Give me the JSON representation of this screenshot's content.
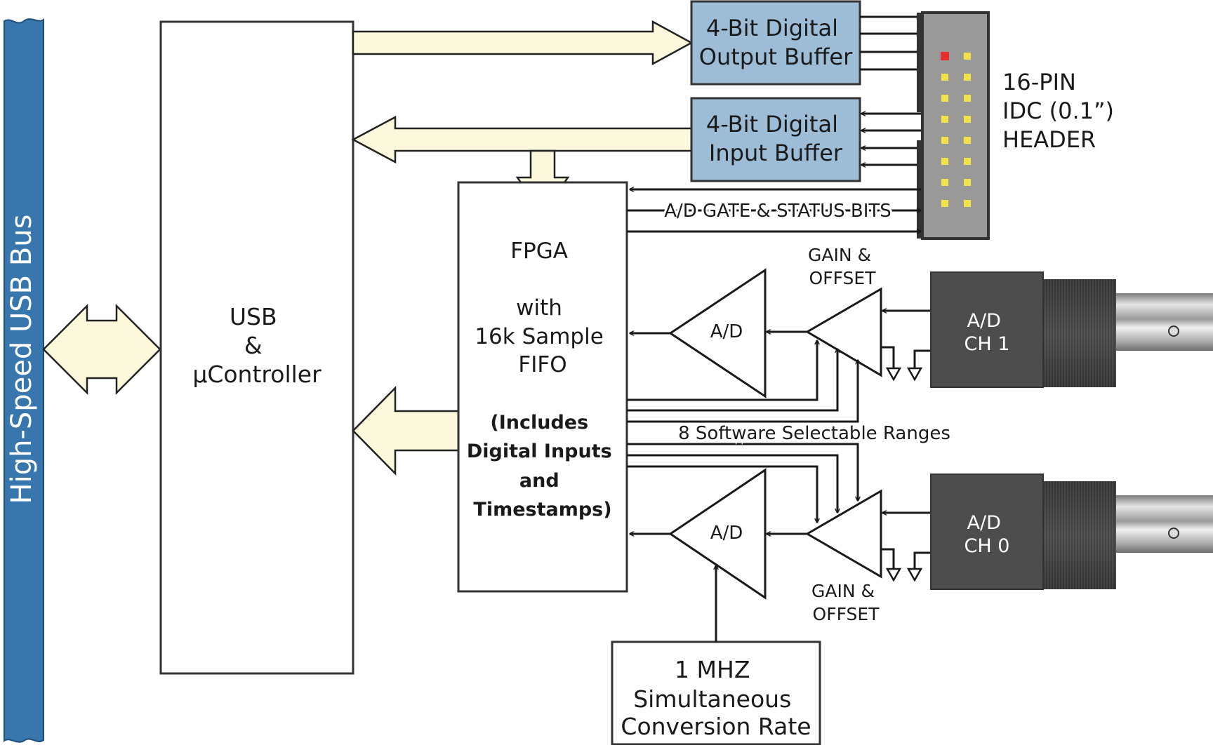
{
  "usb_bus": {
    "label": "High-Speed USB Bus",
    "color": "#3777ad"
  },
  "usb_controller": {
    "lines": [
      "USB",
      "&",
      "µController"
    ]
  },
  "output_buffer": {
    "lines": [
      "4-Bit Digital",
      "Output Buffer"
    ],
    "color": "#9dbdd6"
  },
  "input_buffer": {
    "lines": [
      "4-Bit Digital",
      "Input Buffer"
    ],
    "color": "#9dbdd6"
  },
  "header": {
    "lines": [
      "16-PIN",
      "IDC (0.1”)",
      "HEADER"
    ],
    "pin1_color": "#e53030",
    "pin_color": "#f2e34a"
  },
  "fpga": {
    "lines": [
      "FPGA",
      "",
      "with",
      "16k Sample",
      "FIFO"
    ],
    "bold_lines": [
      "(Includes",
      "Digital Inputs",
      "and",
      "Timestamps)"
    ]
  },
  "status_label": "A/D GATE & STATUS BITS",
  "adc_top": {
    "label": "A/D"
  },
  "adc_bottom": {
    "label": "A/D"
  },
  "gain_offset_top": {
    "lines": [
      "GAIN &",
      "OFFSET"
    ]
  },
  "gain_offset_bottom": {
    "lines": [
      "GAIN &",
      "OFFSET"
    ]
  },
  "ranges_label": "8 Software Selectable Ranges",
  "channel_1": {
    "lines": [
      "A/D",
      "CH 1"
    ]
  },
  "channel_0": {
    "lines": [
      "A/D",
      "CH 0"
    ]
  },
  "rate_box": {
    "lines": [
      "1 MHZ",
      "Simultaneous",
      "Conversion Rate"
    ]
  }
}
